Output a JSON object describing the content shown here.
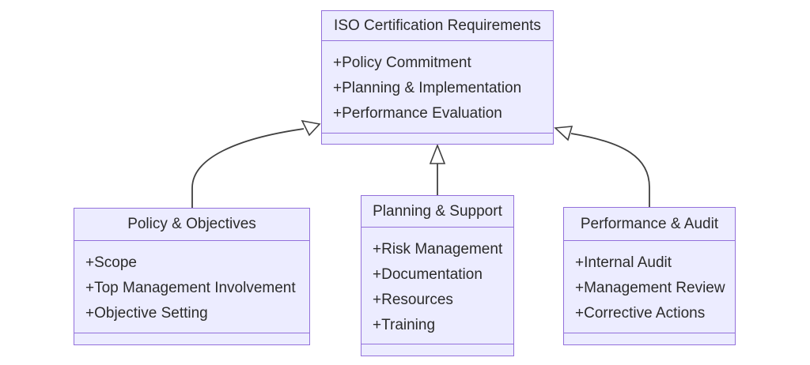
{
  "diagram": {
    "type": "uml-class-diagram",
    "colors": {
      "box_fill": "#ECECFF",
      "box_border": "#9370DB",
      "text_color": "#2b2b2b",
      "arrow_color": "#404040",
      "background": "#ffffff"
    },
    "classes": [
      {
        "title": "ISO Certification Requirements",
        "attributes": [
          "+Policy Commitment",
          "+Planning & Implementation",
          "+Performance Evaluation"
        ]
      },
      {
        "title": "Policy & Objectives",
        "attributes": [
          "+Scope",
          "+Top Management Involvement",
          "+Objective Setting"
        ]
      },
      {
        "title": "Planning & Support",
        "attributes": [
          "+Risk Management",
          "+Documentation",
          "+Resources",
          "+Training"
        ]
      },
      {
        "title": "Performance & Audit",
        "attributes": [
          "+Internal Audit",
          "+Management Review",
          "+Corrective Actions"
        ]
      }
    ],
    "relations": [
      {
        "from": "Policy & Objectives",
        "to": "ISO Certification Requirements",
        "type": "inheritance"
      },
      {
        "from": "Planning & Support",
        "to": "ISO Certification Requirements",
        "type": "inheritance"
      },
      {
        "from": "Performance & Audit",
        "to": "ISO Certification Requirements",
        "type": "inheritance"
      }
    ]
  }
}
